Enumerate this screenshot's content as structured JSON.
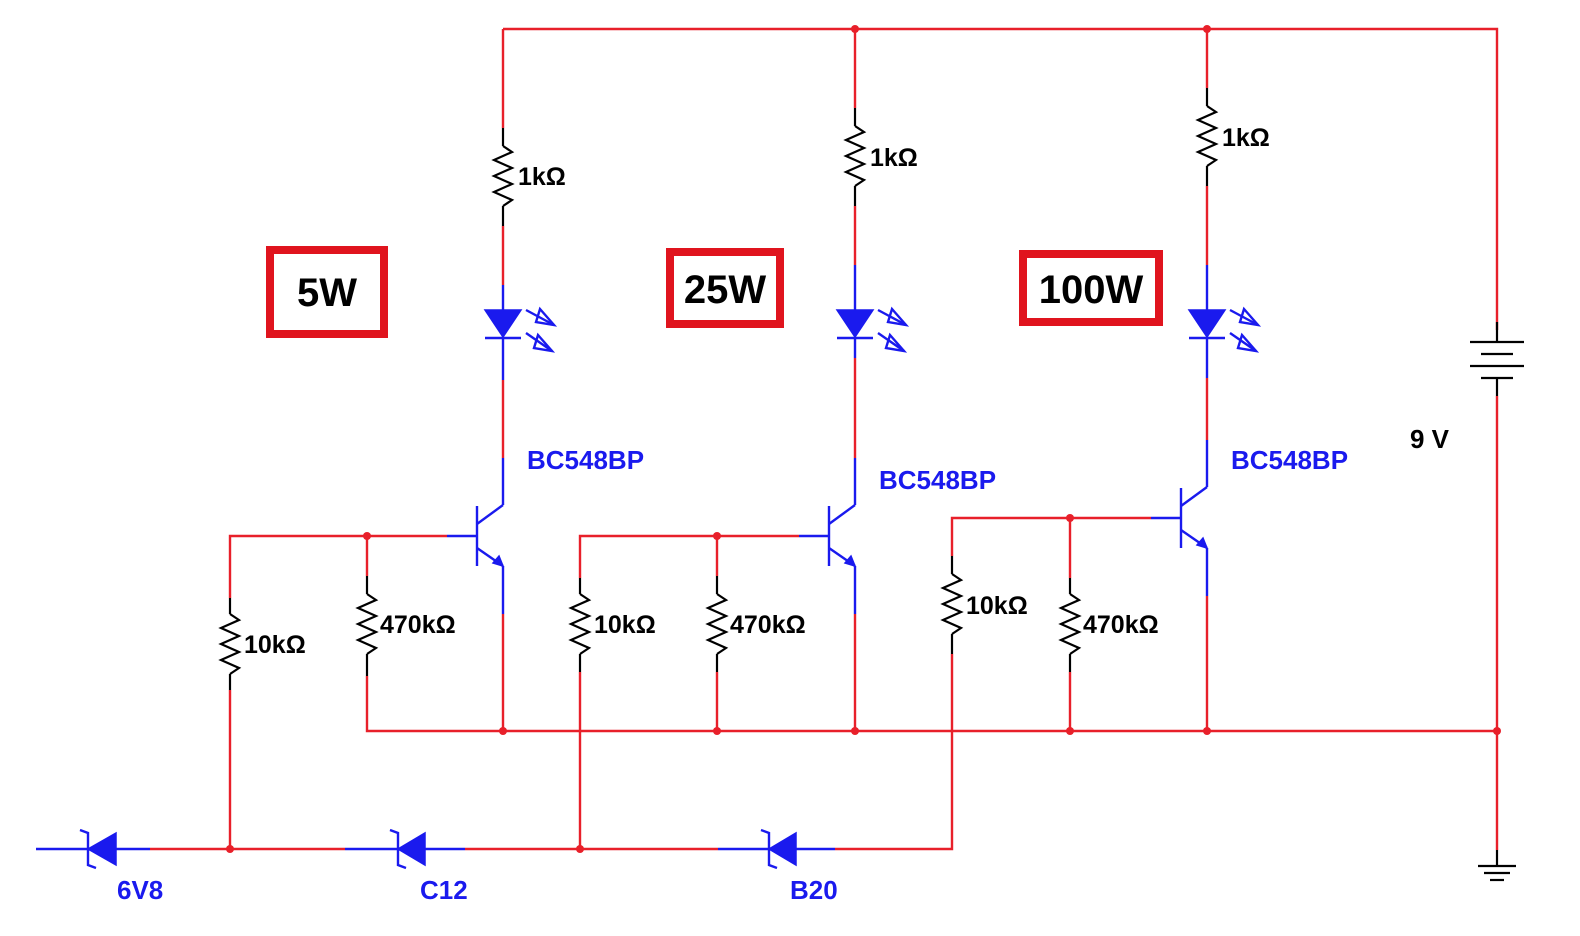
{
  "stages": [
    {
      "wattage": "5W",
      "led_resistor": "1kΩ",
      "transistor": "BC548BP",
      "base_resistor": "10kΩ",
      "pulldown_resistor": "470kΩ",
      "zener": "6V8"
    },
    {
      "wattage": "25W",
      "led_resistor": "1kΩ",
      "transistor": "BC548BP",
      "base_resistor": "10kΩ",
      "pulldown_resistor": "470kΩ",
      "zener": "C12"
    },
    {
      "wattage": "100W",
      "led_resistor": "1kΩ",
      "transistor": "BC548BP",
      "base_resistor": "10kΩ",
      "pulldown_resistor": "470kΩ",
      "zener": "B20"
    }
  ],
  "battery": {
    "label": "9 V"
  },
  "colors": {
    "wire": "#e8202a",
    "component_blue": "#1a1aee",
    "component_black": "#000000",
    "label_box": "#e0141e"
  }
}
